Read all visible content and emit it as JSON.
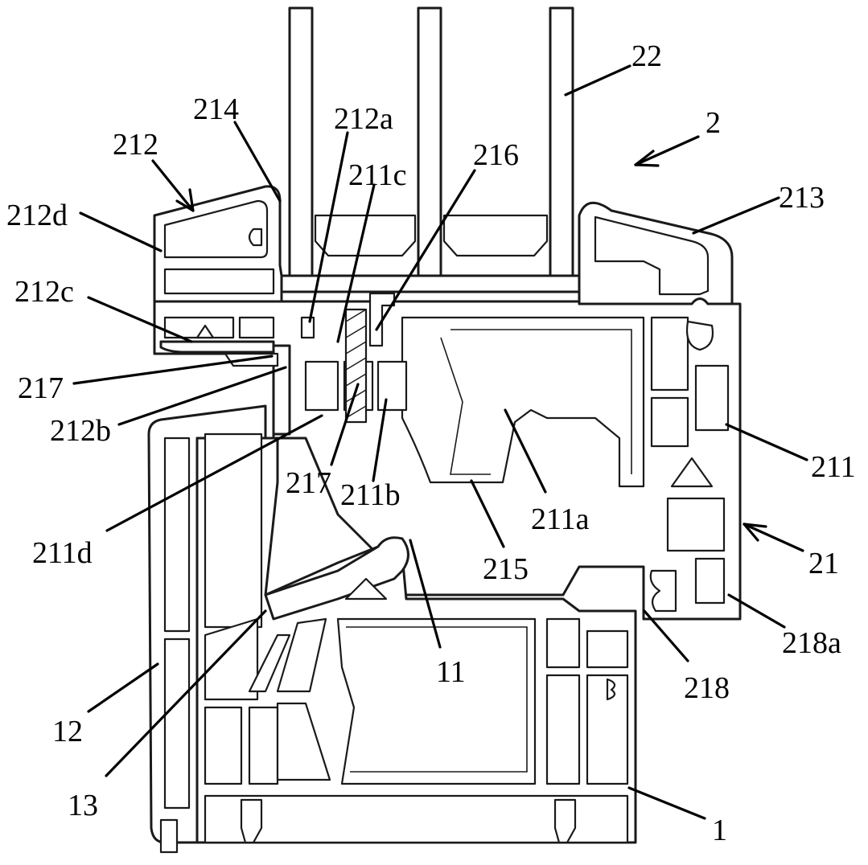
{
  "labels": {
    "l22": "22",
    "l2": "2",
    "l214": "214",
    "l212a": "212a",
    "l212": "212",
    "l211c": "211c",
    "l216": "216",
    "l213": "213",
    "l212d": "212d",
    "l212c": "212c",
    "l217_top": "217",
    "l212b": "212b",
    "l211": "211",
    "l217_mid": "217",
    "l211b": "211b",
    "l211a": "211a",
    "l211d": "211d",
    "l215": "215",
    "l21": "21",
    "l218a": "218a",
    "l11": "11",
    "l218": "218",
    "l12": "12",
    "l13": "13",
    "l1": "1"
  }
}
